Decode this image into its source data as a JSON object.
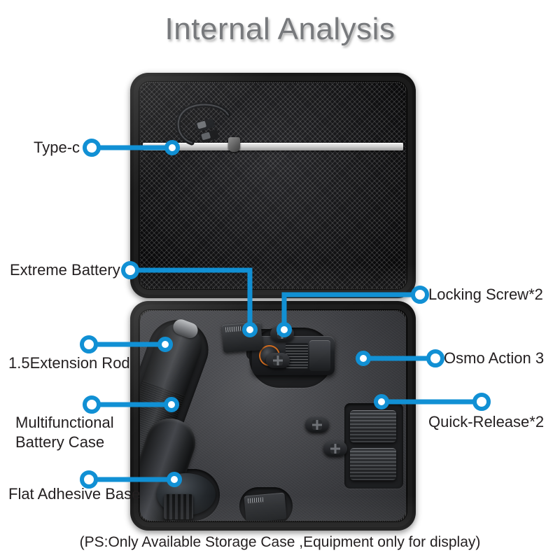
{
  "page": {
    "title": "Internal Analysis",
    "footnote": "(PS:Only Available Storage Case ,Equipment only for display)"
  },
  "colors": {
    "accent_blue": "#1190d4",
    "title_gray": "#77797c",
    "text_black": "#231f20",
    "background": "#ffffff",
    "camera_lens_ring": "#cf6a1e"
  },
  "callouts": [
    {
      "id": "type-c",
      "label": "Type-c",
      "side": "left"
    },
    {
      "id": "extreme-battery",
      "label": "Extreme Battery",
      "side": "left"
    },
    {
      "id": "extension-rod",
      "label": "1.5Extension Rod",
      "side": "left"
    },
    {
      "id": "multifunctional-battery-case",
      "label": "Multifunctional\nBattery Case",
      "side": "left"
    },
    {
      "id": "flat-adhesive-base",
      "label": "Flat Adhesive Base",
      "side": "left"
    },
    {
      "id": "locking-screw",
      "label": "Locking Screw*2",
      "side": "right"
    },
    {
      "id": "osmo-action-3",
      "label": "Osmo Action 3",
      "side": "right"
    },
    {
      "id": "quick-release",
      "label": "Quick-Release*2",
      "side": "right"
    }
  ],
  "product": {
    "case_parts": [
      "mesh-pocket",
      "zipper",
      "usb-c-cable",
      "foam-tray",
      "extension-rod",
      "battery-case",
      "adhesive-base",
      "action-camera",
      "quick-release-plate",
      "locking-screw",
      "battery-brick"
    ]
  }
}
